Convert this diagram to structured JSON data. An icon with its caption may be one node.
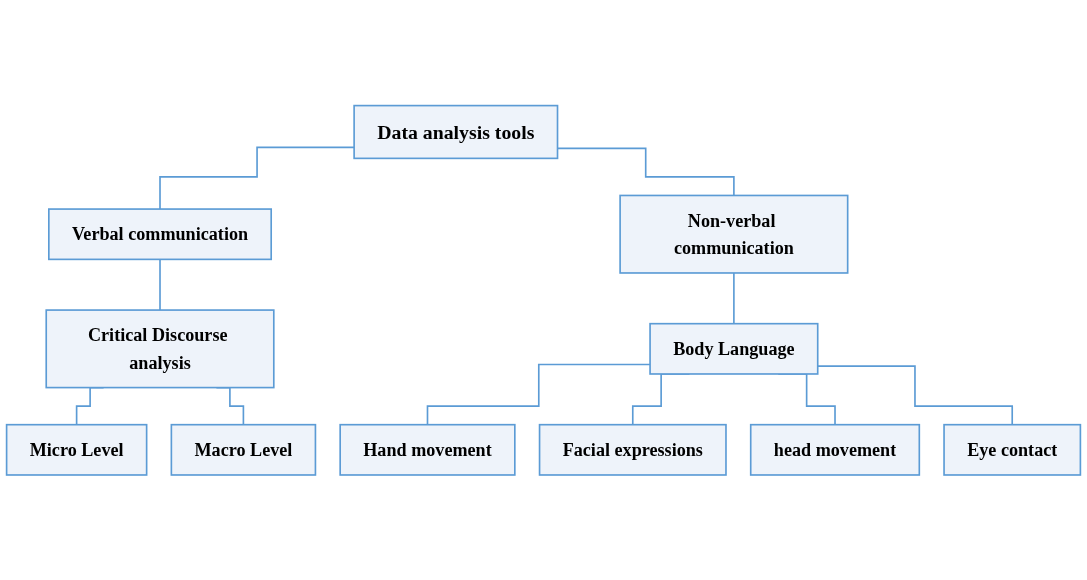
{
  "diagram": {
    "nodes": [
      {
        "text": [
          "Data analysis tools"
        ]
      },
      {
        "text": [
          "Verbal communication"
        ]
      },
      {
        "text": [
          "Non-verbal communication"
        ]
      },
      {
        "text": [
          "Critical Discourse analysis"
        ]
      },
      {
        "text": [
          "Micro Level"
        ]
      },
      {
        "text": [
          "Macro Level"
        ]
      },
      {
        "text": [
          "Body Language"
        ]
      },
      {
        "text": [
          "Hand movement"
        ]
      },
      {
        "text": [
          "Facial expressions"
        ]
      },
      {
        "text": [
          "head movement"
        ]
      },
      {
        "text": [
          "Eye contact"
        ]
      }
    ],
    "edges": [
      {
        "from": 0,
        "to": 1,
        "arrow": "none"
      },
      {
        "from": 0,
        "to": 2,
        "arrow": "none"
      },
      {
        "from": 1,
        "to": 3,
        "arrow": "none"
      },
      {
        "from": 2,
        "to": 6,
        "arrow": "none"
      },
      {
        "from": 3,
        "to": 4,
        "arrow": "none"
      },
      {
        "from": 3,
        "to": 5,
        "arrow": "none"
      },
      {
        "from": 6,
        "to": 7,
        "arrow": "none"
      },
      {
        "from": 6,
        "to": 8,
        "arrow": "none"
      },
      {
        "from": 6,
        "to": 9,
        "arrow": "none"
      },
      {
        "from": 6,
        "to": 10,
        "arrow": "none"
      }
    ]
  }
}
